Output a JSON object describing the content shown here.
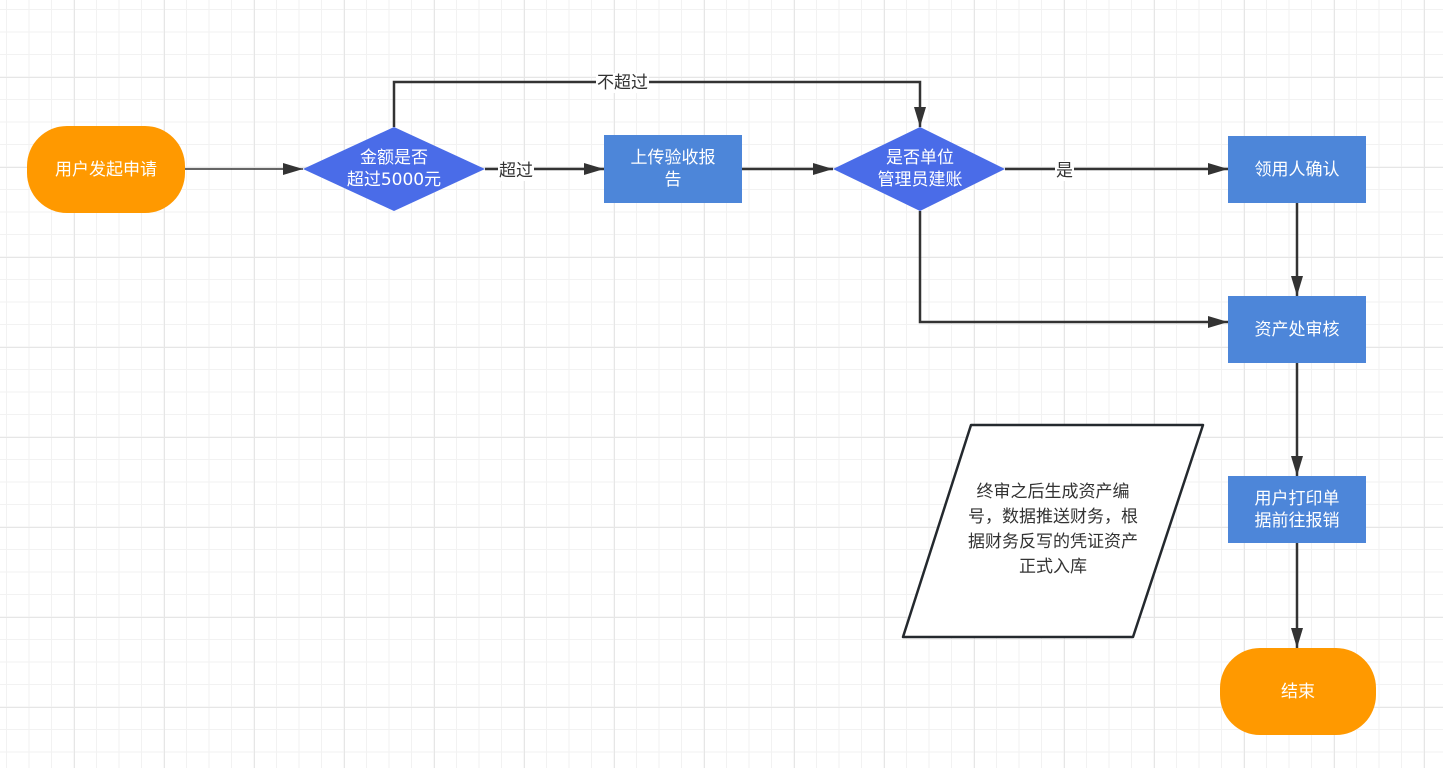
{
  "diagram": {
    "type": "flowchart",
    "colors": {
      "terminal": "#ff9900",
      "decision": "#4a6ce8",
      "process": "#4d86d9",
      "edge": "#333333",
      "note_border": "#24292e"
    },
    "nodes": {
      "start": {
        "label": "用户发起申请",
        "shape": "terminal"
      },
      "amount_check": {
        "label_lines": [
          "金额是否",
          "超过5000元"
        ],
        "shape": "decision"
      },
      "upload_report": {
        "label_lines": [
          "上传验收报",
          "告"
        ],
        "shape": "process"
      },
      "admin_check": {
        "label_lines": [
          "是否单位",
          "管理员建账"
        ],
        "shape": "decision"
      },
      "recipient_confirm": {
        "label": "领用人确认",
        "shape": "process"
      },
      "asset_audit": {
        "label": "资产处审核",
        "shape": "process"
      },
      "print_receipt": {
        "label_lines": [
          "用户打印单",
          "据前往报销"
        ],
        "shape": "process"
      },
      "end": {
        "label": "结束",
        "shape": "terminal"
      },
      "note": {
        "label_lines": [
          "终审之后生成资产编",
          "号，数据推送财务，根",
          "据财务反写的凭证资产",
          "正式入库"
        ],
        "shape": "parallelogram"
      }
    },
    "edges": [
      {
        "from": "start",
        "to": "amount_check",
        "label": ""
      },
      {
        "from": "amount_check",
        "to": "upload_report",
        "label": "超过"
      },
      {
        "from": "amount_check",
        "to": "admin_check",
        "label": "不超过"
      },
      {
        "from": "upload_report",
        "to": "admin_check",
        "label": ""
      },
      {
        "from": "admin_check",
        "to": "recipient_confirm",
        "label": "是"
      },
      {
        "from": "admin_check",
        "to": "asset_audit",
        "label": ""
      },
      {
        "from": "recipient_confirm",
        "to": "asset_audit",
        "label": ""
      },
      {
        "from": "asset_audit",
        "to": "print_receipt",
        "label": ""
      },
      {
        "from": "print_receipt",
        "to": "end",
        "label": ""
      }
    ]
  }
}
